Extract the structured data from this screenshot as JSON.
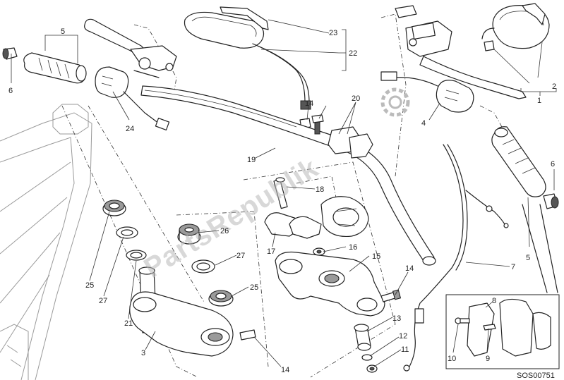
{
  "diagram": {
    "doc_code": "SOS00751",
    "watermark": "PartsRepublik",
    "callouts": {
      "c1": "1",
      "c2": "2",
      "c3": "3",
      "c4": "4",
      "c5a": "5",
      "c5b": "5",
      "c6a": "6",
      "c6b": "6",
      "c7": "7",
      "c8": "8",
      "c9": "9",
      "c10": "10",
      "c11": "11",
      "c12": "12",
      "c13": "13",
      "c14a": "14",
      "c14b": "14",
      "c14c": "14",
      "c15": "15",
      "c16": "16",
      "c17": "17",
      "c18": "18",
      "c19": "19",
      "c20": "20",
      "c21": "21",
      "c22": "22",
      "c23": "23",
      "c24": "24",
      "c25a": "25",
      "c25b": "25",
      "c26": "26",
      "c27a": "27",
      "c27b": "27"
    }
  }
}
